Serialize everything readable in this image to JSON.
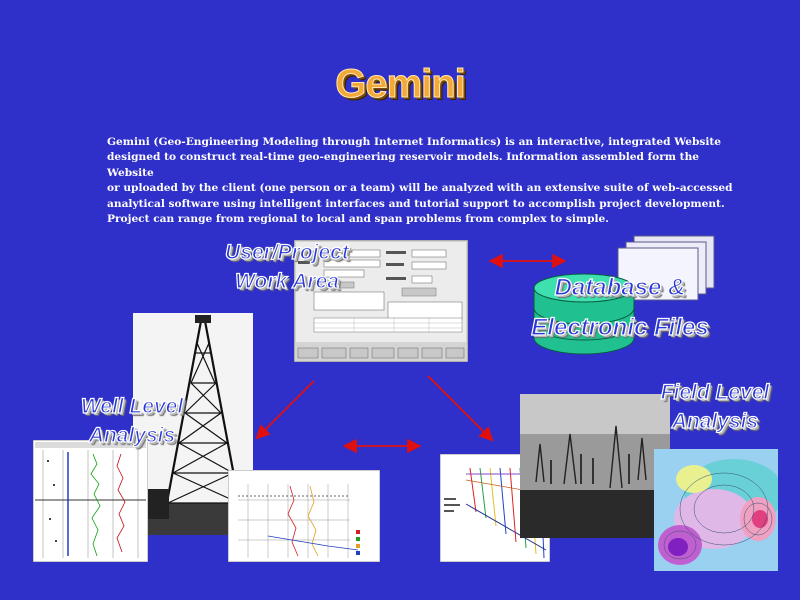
{
  "title": "Gemini",
  "description": "Gemini (Geo-Engineering Modeling through Internet Informatics) is an interactive, integrated Website\ndesigned to construct real-time geo-engineering reservoir models.  Information assembled form the Website\nor uploaded by the client (one person or a team) will be analyzed with an extensive suite of web-accessed\nanalytical software using intelligent interfaces and tutorial support to accomplish project development.\nProject can range from regional to local and span problems from complex to simple.",
  "labels": {
    "user_project": [
      "User/Project",
      "Work Area"
    ],
    "database": [
      "Database &",
      "Electronic Files"
    ],
    "well_level": [
      "Well Level",
      "Analysis"
    ],
    "field_level": [
      "Field Level",
      "Analysis"
    ]
  },
  "colors": {
    "background": "#2f2fc9",
    "title": "#f2a93a",
    "arrow": "#e01010",
    "cylinder": "#20c090"
  }
}
